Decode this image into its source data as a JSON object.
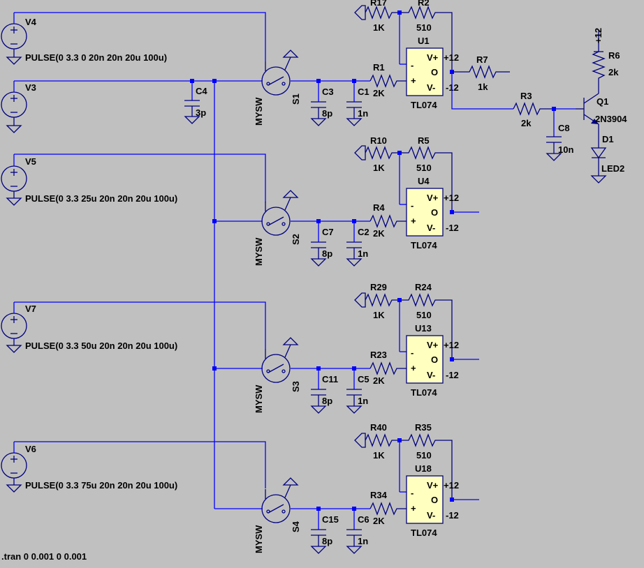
{
  "colors": {
    "background": "#c0c0c0",
    "wire": "#0000ff",
    "component": "#000080",
    "opamp_fill": "#ffffc0"
  },
  "sources": [
    {
      "ref": "V4",
      "value": "PULSE(0 3.3 0 20n 20n 20u 100u)"
    },
    {
      "ref": "V3",
      "value": ""
    },
    {
      "ref": "V5",
      "value": "PULSE(0 3.3 25u 20n 20n 20u 100u)"
    },
    {
      "ref": "V7",
      "value": "PULSE(0 3.3 50u 20n 20n 20u 100u)"
    },
    {
      "ref": "V6",
      "value": "PULSE(0 3.3 75u 20n 20n 20u 100u)"
    }
  ],
  "c4": {
    "ref": "C4",
    "value": "3p"
  },
  "channels": [
    {
      "sw_model": "MYSW",
      "sw_ref": "S1",
      "c_sw": "C3",
      "c_sw_val": "8p",
      "c_in": "C1",
      "c_in_val": "1n",
      "r_in": "R1",
      "r_in_val": "2K",
      "r_fb_left": "R17",
      "r_fb_left_val": "1K",
      "r_fb": "R2",
      "r_fb_val": "510",
      "opamp_ref": "U1",
      "opamp_model": "TL074",
      "pins": {
        "vpos": "V+",
        "vneg": "V-",
        "out": "O",
        "minus": "-",
        "plus": "+",
        "sup_pos": "+12",
        "sup_neg": "-12"
      }
    },
    {
      "sw_model": "MYSW",
      "sw_ref": "S2",
      "c_sw": "C7",
      "c_sw_val": "8p",
      "c_in": "C2",
      "c_in_val": "1n",
      "r_in": "R4",
      "r_in_val": "2K",
      "r_fb_left": "R10",
      "r_fb_left_val": "1K",
      "r_fb": "R5",
      "r_fb_val": "510",
      "opamp_ref": "U4",
      "opamp_model": "TL074",
      "pins": {
        "vpos": "V+",
        "vneg": "V-",
        "out": "O",
        "minus": "-",
        "plus": "+",
        "sup_pos": "+12",
        "sup_neg": "-12"
      }
    },
    {
      "sw_model": "MYSW",
      "sw_ref": "S3",
      "c_sw": "C11",
      "c_sw_val": "8p",
      "c_in": "C5",
      "c_in_val": "1n",
      "r_in": "R23",
      "r_in_val": "2K",
      "r_fb_left": "R29",
      "r_fb_left_val": "1K",
      "r_fb": "R24",
      "r_fb_val": "510",
      "opamp_ref": "U13",
      "opamp_model": "TL074",
      "pins": {
        "vpos": "V+",
        "vneg": "V-",
        "out": "O",
        "minus": "-",
        "plus": "+",
        "sup_pos": "+12",
        "sup_neg": "-12"
      }
    },
    {
      "sw_model": "MYSW",
      "sw_ref": "S4",
      "c_sw": "C15",
      "c_sw_val": "8p",
      "c_in": "C6",
      "c_in_val": "1n",
      "r_in": "R34",
      "r_in_val": "2K",
      "r_fb_left": "R40",
      "r_fb_left_val": "1K",
      "r_fb": "R35",
      "r_fb_val": "510",
      "opamp_ref": "U18",
      "opamp_model": "TL074",
      "pins": {
        "vpos": "V+",
        "vneg": "V-",
        "out": "O",
        "minus": "-",
        "plus": "+",
        "sup_pos": "+12",
        "sup_neg": "-12"
      }
    }
  ],
  "led_driver": {
    "r7": "R7",
    "r7_val": "1k",
    "r3": "R3",
    "r3_val": "2k",
    "c8": "C8",
    "c8_val": "10n",
    "r6": "R6",
    "r6_val": "2k",
    "q1": "Q1",
    "q1_model": "2N3904",
    "d1": "D1",
    "d1_model": "LED2",
    "supply": "+12"
  },
  "directive": ".tran 0 0.001 0 0.001"
}
